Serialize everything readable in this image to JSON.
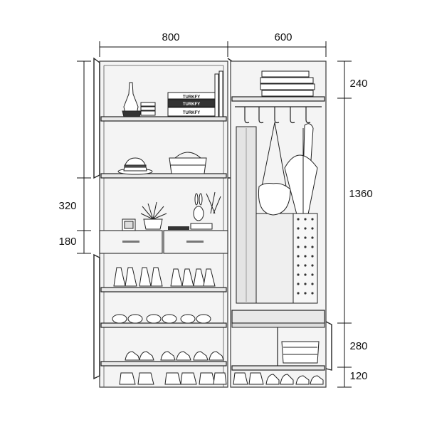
{
  "dimensions": {
    "width_left": "800",
    "width_right": "600",
    "height_top_right": "240",
    "height_mid_right": "1360",
    "height_bench_right": "280",
    "height_base_right": "120",
    "height_open_left": "320",
    "height_drawer_left": "180"
  },
  "labels": {
    "book_spine_1": "TURKFY",
    "book_spine_2": "TURKFY",
    "book_spine_3": "TURKFY"
  },
  "colors": {
    "line": "#222222",
    "panel": "#f4f4f4",
    "background": "#ffffff"
  }
}
